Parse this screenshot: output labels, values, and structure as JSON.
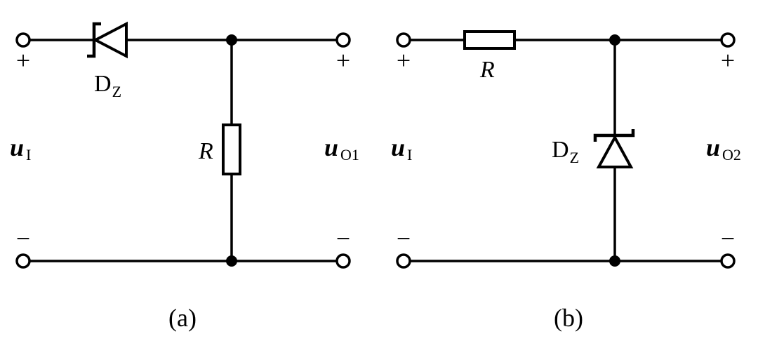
{
  "circuit_a": {
    "input_plus": "+",
    "input_minus": "−",
    "output_plus": "+",
    "output_minus": "−",
    "diode_label": "D",
    "diode_sub": "Z",
    "resistor_label": "R",
    "input_var": "u",
    "input_sub": "I",
    "output_var": "u",
    "output_sub": "O1",
    "caption": "(a)"
  },
  "circuit_b": {
    "input_plus": "+",
    "input_minus": "−",
    "output_plus": "+",
    "output_minus": "−",
    "diode_label": "D",
    "diode_sub": "Z",
    "resistor_label": "R",
    "input_var": "u",
    "input_sub": "I",
    "output_var": "u",
    "output_sub": "O2",
    "caption": "(b)"
  }
}
